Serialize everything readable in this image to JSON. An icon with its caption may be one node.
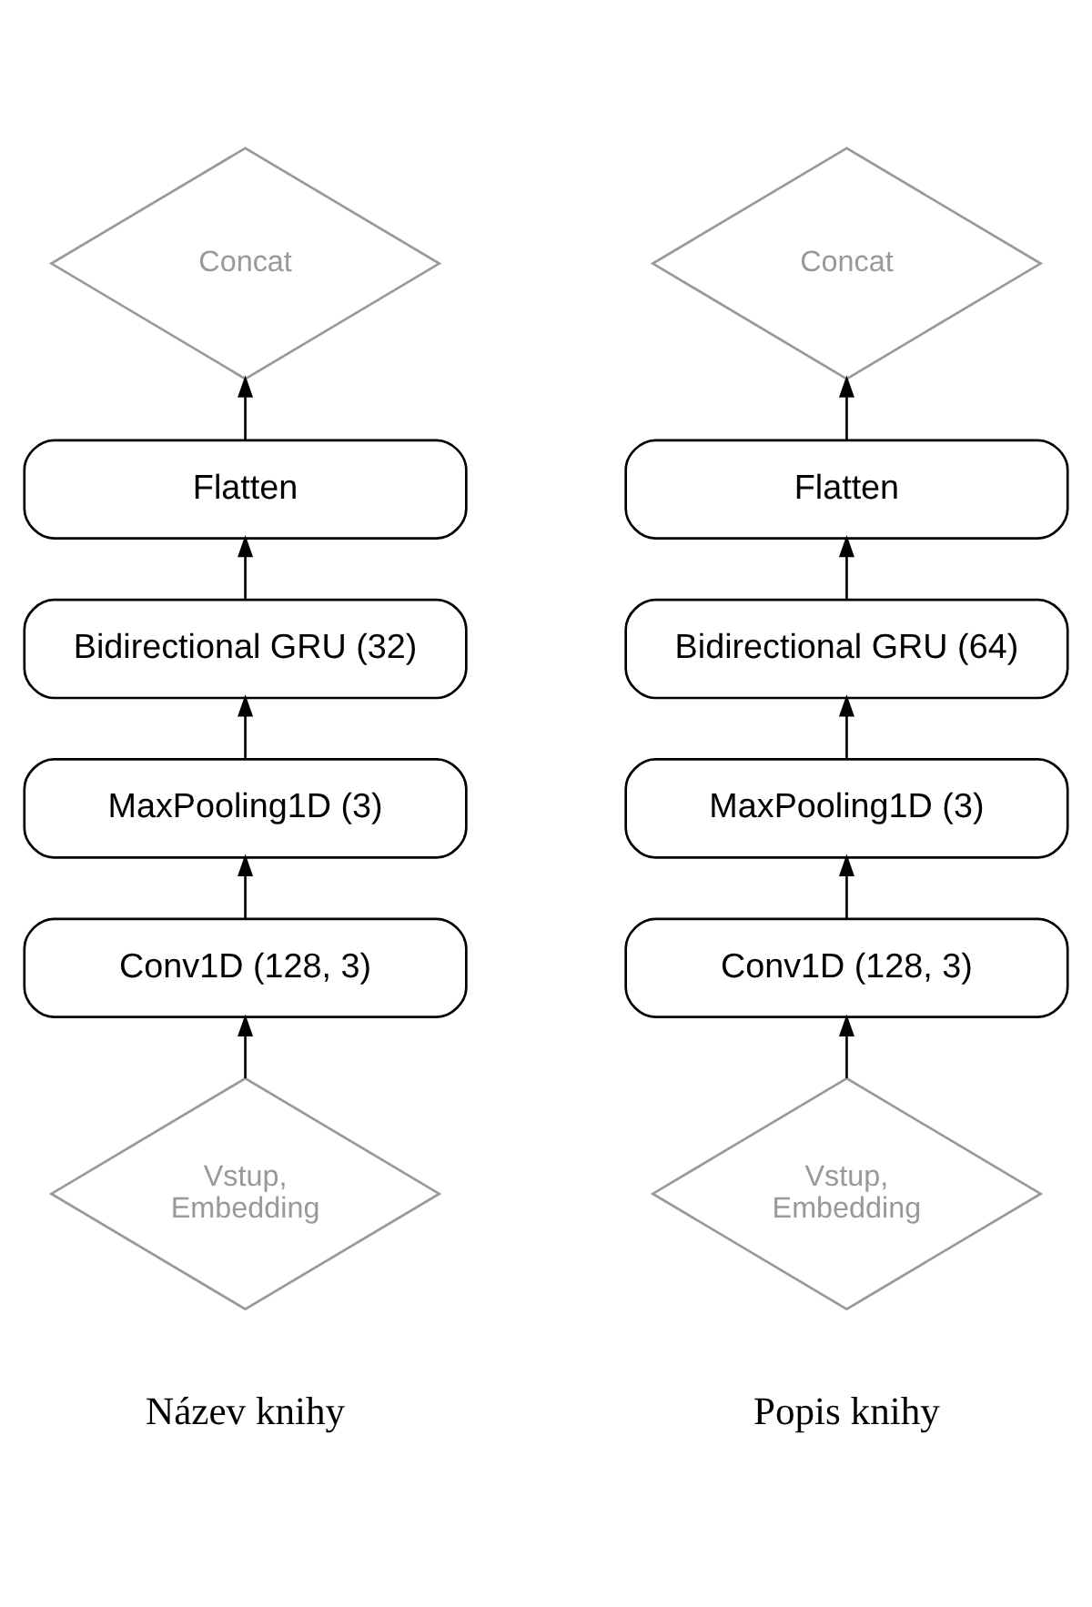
{
  "diagram": {
    "nodes": [
      {
        "text": [
          "Concat"
        ]
      },
      {
        "text": [
          "Flatten"
        ]
      },
      {
        "text": [
          "Bidirectional GRU (32)"
        ]
      },
      {
        "text": [
          "MaxPooling1D (3)"
        ]
      },
      {
        "text": [
          "Conv1D (128, 3)"
        ]
      },
      {
        "text": [
          "Vstup, Embedding"
        ]
      },
      {
        "text": [
          "Concat"
        ]
      },
      {
        "text": [
          "Flatten"
        ]
      },
      {
        "text": [
          "Bidirectional GRU (64)"
        ]
      },
      {
        "text": [
          "MaxPooling1D (3)"
        ]
      },
      {
        "text": [
          "Conv1D (128, 3)"
        ]
      },
      {
        "text": [
          "Vstup, Embedding"
        ]
      }
    ],
    "edges": [
      {
        "from": 5,
        "to": 4,
        "arrow": "to"
      },
      {
        "from": 4,
        "to": 3,
        "arrow": "to"
      },
      {
        "from": 3,
        "to": 2,
        "arrow": "to"
      },
      {
        "from": 2,
        "to": 1,
        "arrow": "to"
      },
      {
        "from": 1,
        "to": 0,
        "arrow": "to"
      },
      {
        "from": 11,
        "to": 10,
        "arrow": "to"
      },
      {
        "from": 10,
        "to": 9,
        "arrow": "to"
      },
      {
        "from": 9,
        "to": 8,
        "arrow": "to"
      },
      {
        "from": 8,
        "to": 7,
        "arrow": "to"
      },
      {
        "from": 7,
        "to": 6,
        "arrow": "to"
      }
    ],
    "labels": [
      "Název knihy",
      "Popis knihy"
    ]
  }
}
